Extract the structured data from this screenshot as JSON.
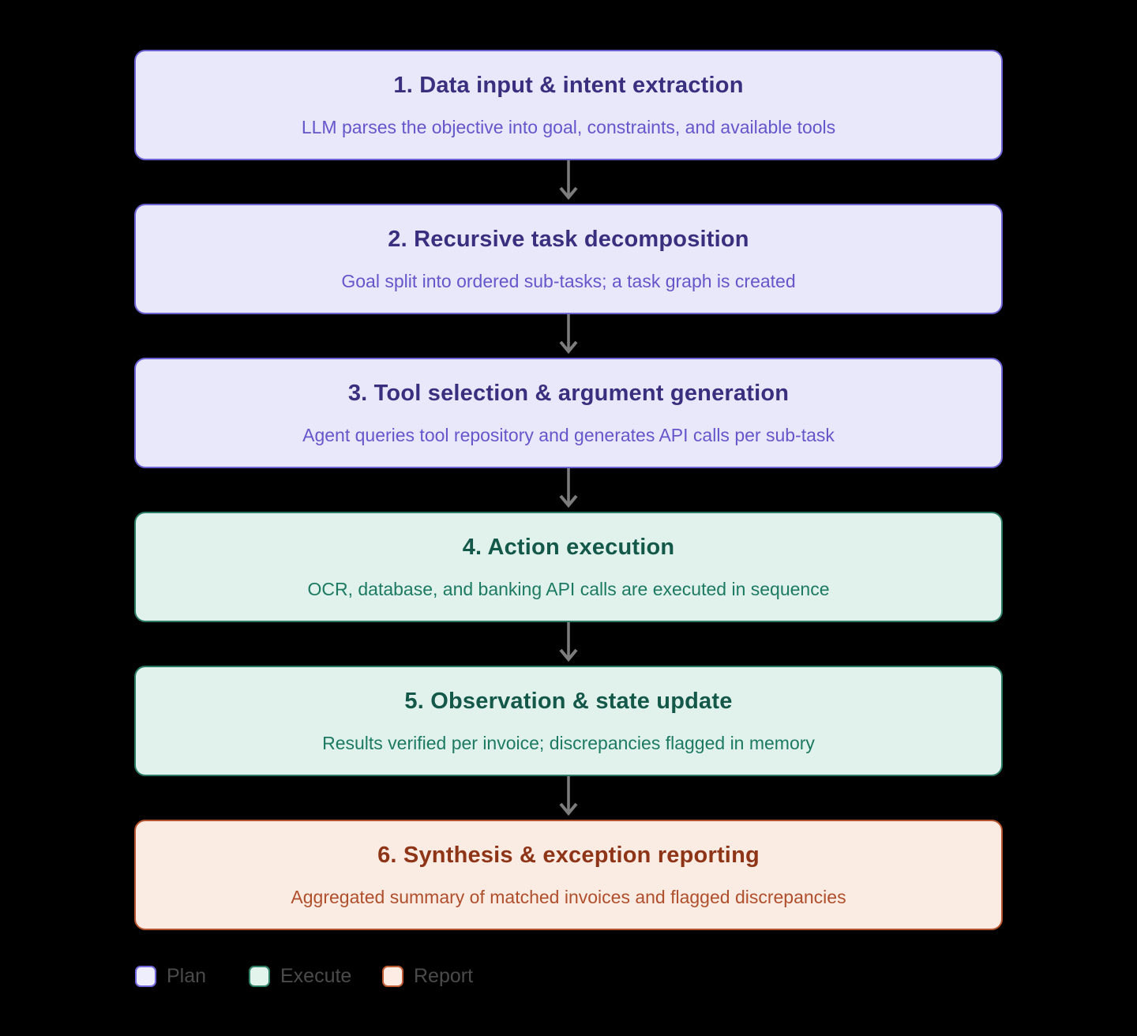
{
  "diagram": {
    "steps": [
      {
        "title": "1. Data input & intent extraction",
        "subtitle": "LLM parses the objective into goal, constraints, and available tools",
        "category": "plan"
      },
      {
        "title": "2. Recursive task decomposition",
        "subtitle": "Goal split into ordered sub-tasks; a task graph is created",
        "category": "plan"
      },
      {
        "title": "3. Tool selection & argument generation",
        "subtitle": "Agent queries tool repository and generates API calls per sub-task",
        "category": "plan"
      },
      {
        "title": "4. Action execution",
        "subtitle": "OCR, database, and banking API calls are executed in sequence",
        "category": "execute"
      },
      {
        "title": "5. Observation & state update",
        "subtitle": "Results verified per invoice; discrepancies flagged in memory",
        "category": "execute"
      },
      {
        "title": "6. Synthesis & exception reporting",
        "subtitle": "Aggregated summary of matched invoices and flagged discrepancies",
        "category": "report"
      }
    ],
    "legend": {
      "items": [
        {
          "label": "Plan",
          "fill": "#efeefc",
          "border": "#6f66dd"
        },
        {
          "label": "Execute",
          "fill": "#e3f4ed",
          "border": "#2e8067"
        },
        {
          "label": "Report",
          "fill": "#fcece4",
          "border": "#c05c33"
        }
      ]
    },
    "colors": {
      "background": "#000000",
      "arrow": "#7d7d7d",
      "plan_fill": "#e9e7fa",
      "plan_border": "#6a61d3",
      "plan_title": "#38307f",
      "plan_subtitle": "#6457cb",
      "execute_fill": "#e0f2eb",
      "execute_border": "#2a7a63",
      "execute_title": "#14584a",
      "execute_subtitle": "#1d7a62",
      "report_fill": "#faebe3",
      "report_border": "#b5532e",
      "report_title": "#8e3417",
      "report_subtitle": "#b04f2c",
      "legend_label": "#4b4b4b"
    }
  }
}
